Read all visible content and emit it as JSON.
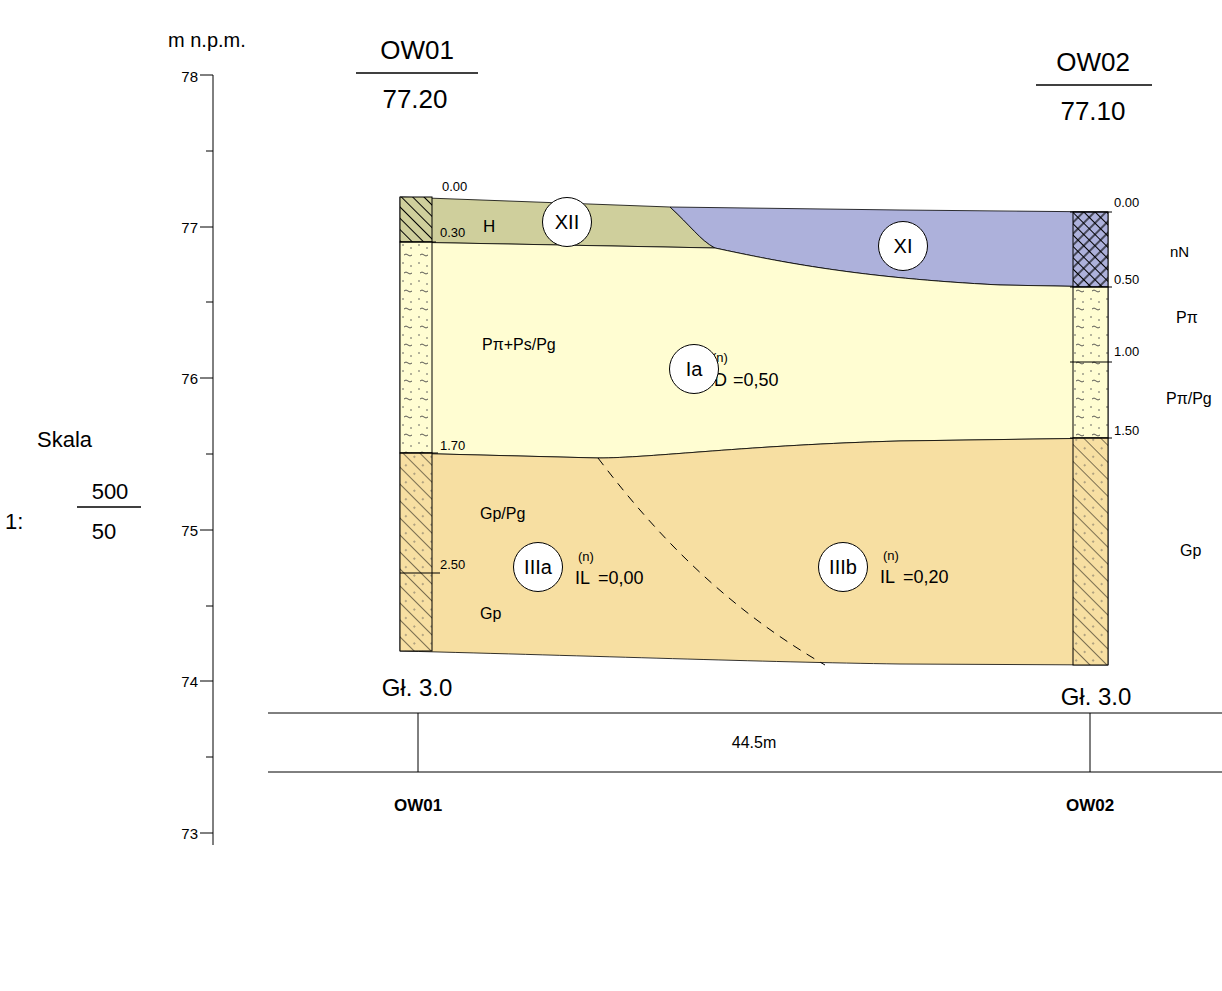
{
  "diagram": {
    "nodes": [
      {
        "text": [
          "XII"
        ]
      },
      {
        "text": [
          "XI"
        ]
      },
      {
        "text": [
          "Ia"
        ]
      },
      {
        "text": [
          "IIIa"
        ]
      },
      {
        "text": [
          "IIIb"
        ]
      }
    ],
    "labels": [
      "m n.p.m.",
      "78",
      "77",
      "76",
      "75",
      "74",
      "73",
      "Skala",
      "1:",
      "500",
      "50",
      "OW01",
      "77.20",
      "OW02",
      "77.10",
      "0.00",
      "0.30",
      "1.70",
      "2.50",
      "H",
      "Pπ+Ps/Pg",
      "Gp/Pg",
      "Gp",
      "ID",
      "(n)",
      "=0,50",
      "IL",
      "(n)",
      "=0,00",
      "IL",
      "(n)",
      "=0,20",
      "0.00",
      "0.50",
      "1.00",
      "1.50",
      "nN",
      "Pπ",
      "Pπ/Pg",
      "Gp",
      "Gł. 3.0",
      "Gł. 3.0",
      "44.5m",
      "OW01",
      "OW02"
    ]
  }
}
